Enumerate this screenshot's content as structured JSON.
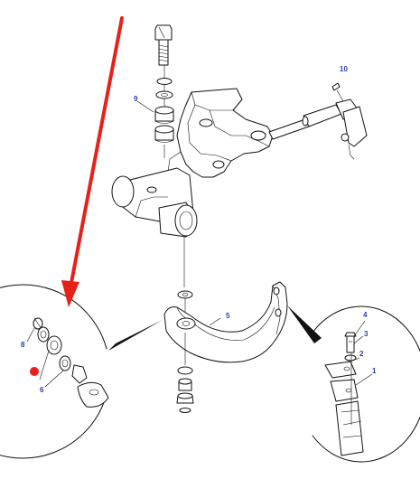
{
  "callouts": [
    {
      "id": "1",
      "color": "#2a3fa8"
    },
    {
      "id": "2",
      "color": "#2a3fa8"
    },
    {
      "id": "3",
      "color": "#2a3fa8"
    },
    {
      "id": "4",
      "color": "#2a3fa8"
    },
    {
      "id": "5",
      "color": "#2a3fa8"
    },
    {
      "id": "6",
      "color": "#2a3fa8"
    },
    {
      "id": "8",
      "color": "#2a3fa8"
    },
    {
      "id": "9",
      "color": "#2a3fa8"
    },
    {
      "id": "10",
      "color": "#2a3fa8"
    }
  ],
  "labels": {
    "c1": "1",
    "c2": "2",
    "c3": "3",
    "c4": "4",
    "c5": "5",
    "c6": "6",
    "c8": "8",
    "c9": "9",
    "c10": "10"
  },
  "colors": {
    "callout_text": "#2a3fa8",
    "highlight_arrow": "#e8201a",
    "highlight_marker": "#e8201a",
    "linework": "#111111"
  }
}
